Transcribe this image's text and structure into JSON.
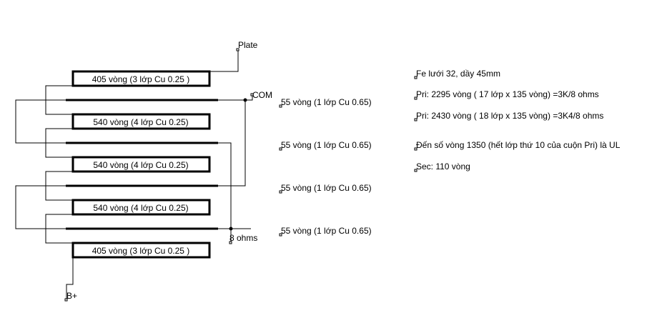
{
  "schematic": {
    "primary_windings": [
      "405 vòng (3 lớp Cu 0.25 )",
      "540 vòng (4 lớp Cu 0.25)",
      "540 vòng (4 lớp Cu 0.25)",
      "540 vòng (4 lớp Cu 0.25)",
      "405 vòng (3 lớp Cu 0.25 )"
    ],
    "secondary_windings": [
      "55 vòng (1 lớp Cu 0.65)",
      "55 vòng (1 lớp Cu 0.65)",
      "55 vòng (1 lớp Cu 0.65)",
      "55 vòng (1 lớp Cu 0.65)"
    ],
    "terminals": {
      "plate": "Plate",
      "com": "COM",
      "eight_ohms": "8 ohms",
      "b_plus": "B+"
    }
  },
  "notes": [
    "Fe lưới 32, dầy 45mm",
    "Pri: 2295 vòng ( 17 lớp x 135 vòng) =3K/8 ohms",
    "Pri: 2430 vòng ( 18 lớp x 135 vòng) =3K4/8 ohms",
    "Đến số vòng 1350 (hết lớp thứ 10 của cuộn Pri) là UL",
    "Sec: 110 vòng"
  ]
}
